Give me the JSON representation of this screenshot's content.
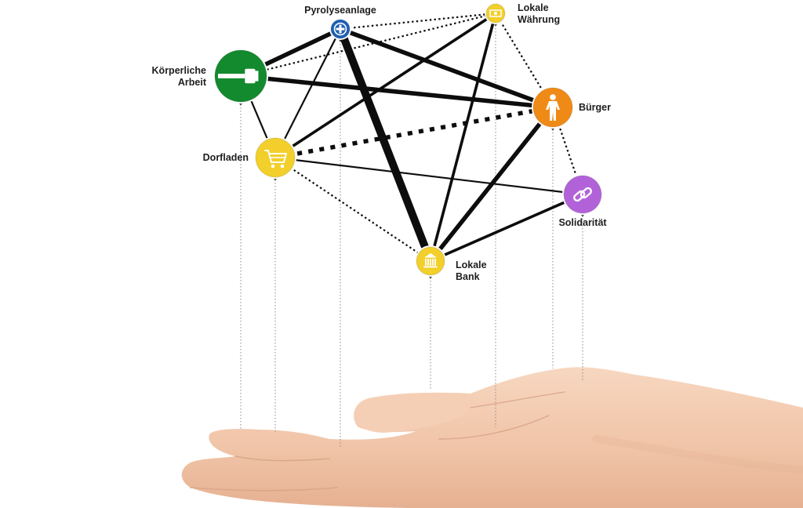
{
  "diagram": {
    "nodes": [
      {
        "id": "pyrolyse",
        "label_lines": [
          "Pyrolyseanlage"
        ],
        "color": "#1f5fb5",
        "icon": "plus-icon"
      },
      {
        "id": "waehrung",
        "label_lines": [
          "Lokale",
          "Währung"
        ],
        "color": "#f2cf2a",
        "icon": "banknote-icon"
      },
      {
        "id": "arbeit",
        "label_lines": [
          "Körperliche",
          "Arbeit"
        ],
        "color": "#138a2e",
        "icon": "hammer-icon"
      },
      {
        "id": "buerger",
        "label_lines": [
          "Bürger"
        ],
        "color": "#f08a16",
        "icon": "person-icon"
      },
      {
        "id": "dorfladen",
        "label_lines": [
          "Dorfladen"
        ],
        "color": "#f2cf2a",
        "icon": "shopping-cart-icon"
      },
      {
        "id": "solidaritaet",
        "label_lines": [
          "Solidarität"
        ],
        "color": "#b262d8",
        "icon": "chain-link-icon"
      },
      {
        "id": "bank",
        "label_lines": [
          "Lokale",
          "Bank"
        ],
        "color": "#f2cf2a",
        "icon": "bank-building-icon"
      }
    ],
    "edges": [
      {
        "from": "pyrolyse",
        "to": "bank",
        "style": "solid",
        "weight": 5
      },
      {
        "from": "pyrolyse",
        "to": "buerger",
        "style": "solid",
        "weight": 3
      },
      {
        "from": "pyrolyse",
        "to": "arbeit",
        "style": "solid",
        "weight": 3
      },
      {
        "from": "pyrolyse",
        "to": "dorfladen",
        "style": "solid",
        "weight": 1
      },
      {
        "from": "pyrolyse",
        "to": "waehrung",
        "style": "dotted",
        "weight": 1
      },
      {
        "from": "arbeit",
        "to": "buerger",
        "style": "solid",
        "weight": 3
      },
      {
        "from": "arbeit",
        "to": "waehrung",
        "style": "dotted",
        "weight": 1
      },
      {
        "from": "arbeit",
        "to": "dorfladen",
        "style": "solid",
        "weight": 1
      },
      {
        "from": "waehrung",
        "to": "dorfladen",
        "style": "solid",
        "weight": 2
      },
      {
        "from": "waehrung",
        "to": "bank",
        "style": "solid",
        "weight": 2
      },
      {
        "from": "waehrung",
        "to": "buerger",
        "style": "dotted",
        "weight": 1
      },
      {
        "from": "dorfladen",
        "to": "buerger",
        "style": "dotted",
        "weight": 3
      },
      {
        "from": "dorfladen",
        "to": "solidaritaet",
        "style": "solid",
        "weight": 1
      },
      {
        "from": "dorfladen",
        "to": "bank",
        "style": "dotted",
        "weight": 1
      },
      {
        "from": "buerger",
        "to": "bank",
        "style": "solid",
        "weight": 3
      },
      {
        "from": "buerger",
        "to": "solidaritaet",
        "style": "dotted",
        "weight": 1
      },
      {
        "from": "solidaritaet",
        "to": "bank",
        "style": "solid",
        "weight": 2
      }
    ]
  },
  "hand": {
    "skin_color": "#f3cbb0",
    "shadow_color": "#dba78b"
  }
}
